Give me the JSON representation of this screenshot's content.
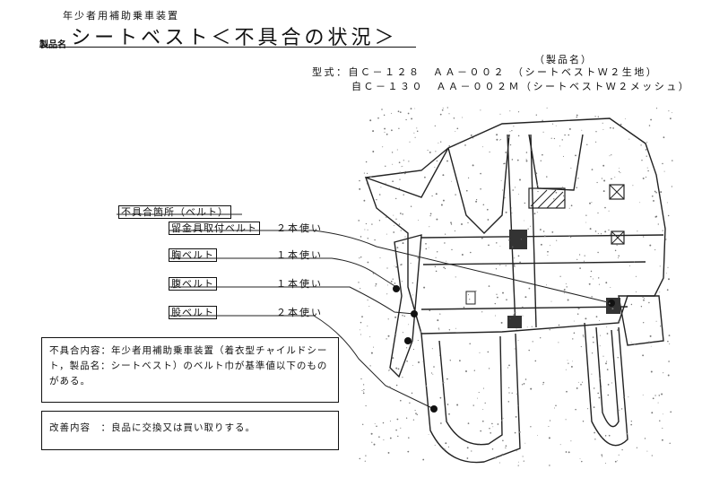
{
  "header": {
    "category": "年少者用補助乗車装置",
    "product_name_label": "製品名",
    "title": "シートベスト＜不具合の状況＞"
  },
  "models": {
    "product_name_header": "（製品名）",
    "row1": "型式：自Ｃ－１２８　ＡＡ－００２　（シートベストＷ２生地）",
    "row2": "自Ｃ－１３０　ＡＡ－００２Ｍ（シートベストＷ２メッシュ）"
  },
  "defects": {
    "group_label": "不具合箇所（ベルト）",
    "items": [
      {
        "part": "留金具取付ベルト",
        "count": "２本使い"
      },
      {
        "part": "胸ベルト",
        "count": "１本使い"
      },
      {
        "part": "腹ベルト",
        "count": "１本使い"
      },
      {
        "part": "股ベルト",
        "count": "２本使い"
      }
    ]
  },
  "description": {
    "text": "不具合内容：年少者用補助乗車装置（着衣型チャイルドシート，製品名：シートベスト）のベルト巾が基準値以下のものがある。"
  },
  "improvement": {
    "text": "改善内容　：良品に交換又は買い取りする。"
  }
}
